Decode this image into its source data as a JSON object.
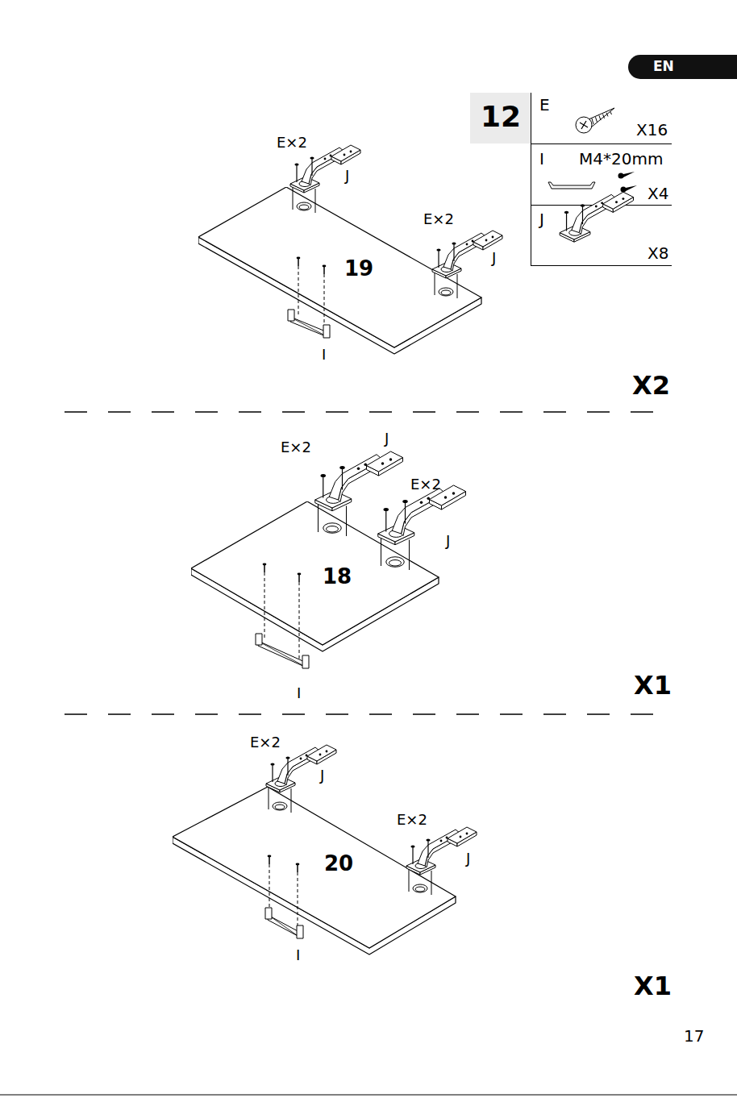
{
  "diagram": {
    "nodes": [
      {
        "text": [
          "EN"
        ]
      },
      {
        "text": [
          "12"
        ]
      },
      {
        "text": [
          "E",
          "X16"
        ]
      },
      {
        "text": [
          "I",
          "M4*20mm",
          "X4"
        ]
      },
      {
        "text": [
          "J",
          "X8"
        ]
      },
      {
        "text": [
          "19"
        ]
      },
      {
        "text": [
          "18"
        ]
      },
      {
        "text": [
          "20"
        ]
      }
    ],
    "labels": [
      "E×2",
      "J",
      "E×2",
      "J",
      "I",
      "X2",
      "E×2",
      "J",
      "E×2",
      "J",
      "I",
      "X1",
      "E×2",
      "J",
      "E×2",
      "J",
      "I",
      "X1",
      "17"
    ]
  }
}
